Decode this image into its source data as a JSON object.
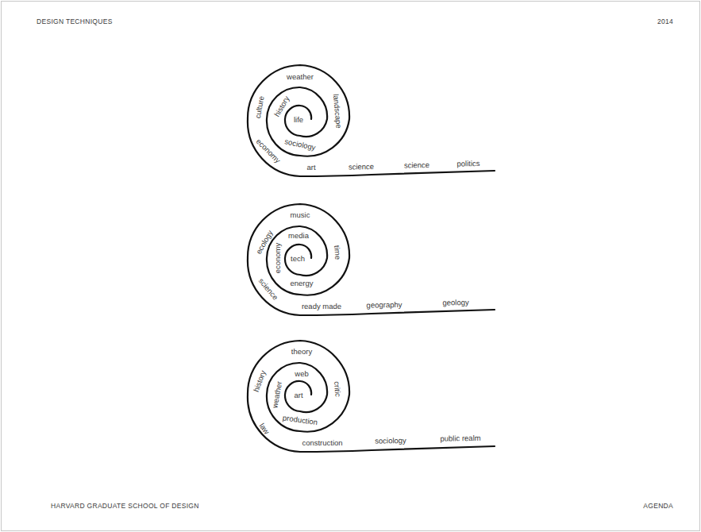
{
  "diagram": {
    "labels": [
      "DESIGN TECHNIQUES",
      "2014",
      "weather",
      "culture",
      "history",
      "landscape",
      "life",
      "sociology",
      "economy",
      "art",
      "science",
      "science",
      "politics",
      "music",
      "ecology",
      "media",
      "economy",
      "tech",
      "time",
      "energy",
      "science",
      "ready made",
      "geography",
      "geology",
      "theory",
      "history",
      "web",
      "weather",
      "art",
      "critic",
      "production",
      "law",
      "construction",
      "sociology",
      "public realm",
      "HARVARD GRADUATE SCHOOL OF DESIGN",
      "AGENDA"
    ]
  }
}
